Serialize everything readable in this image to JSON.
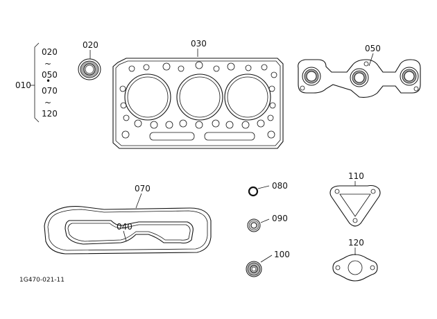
{
  "callouts": {
    "c010": "010",
    "c020": "020",
    "c030": "030",
    "c040": "040",
    "c050": "050",
    "c070": "070",
    "c080": "080",
    "c090": "090",
    "c100": "100",
    "c110": "110",
    "c120": "120"
  },
  "kit_list": [
    "020",
    "~",
    "050",
    "•",
    "070",
    "~",
    "120"
  ],
  "drawing_code": "1G470-021-11"
}
